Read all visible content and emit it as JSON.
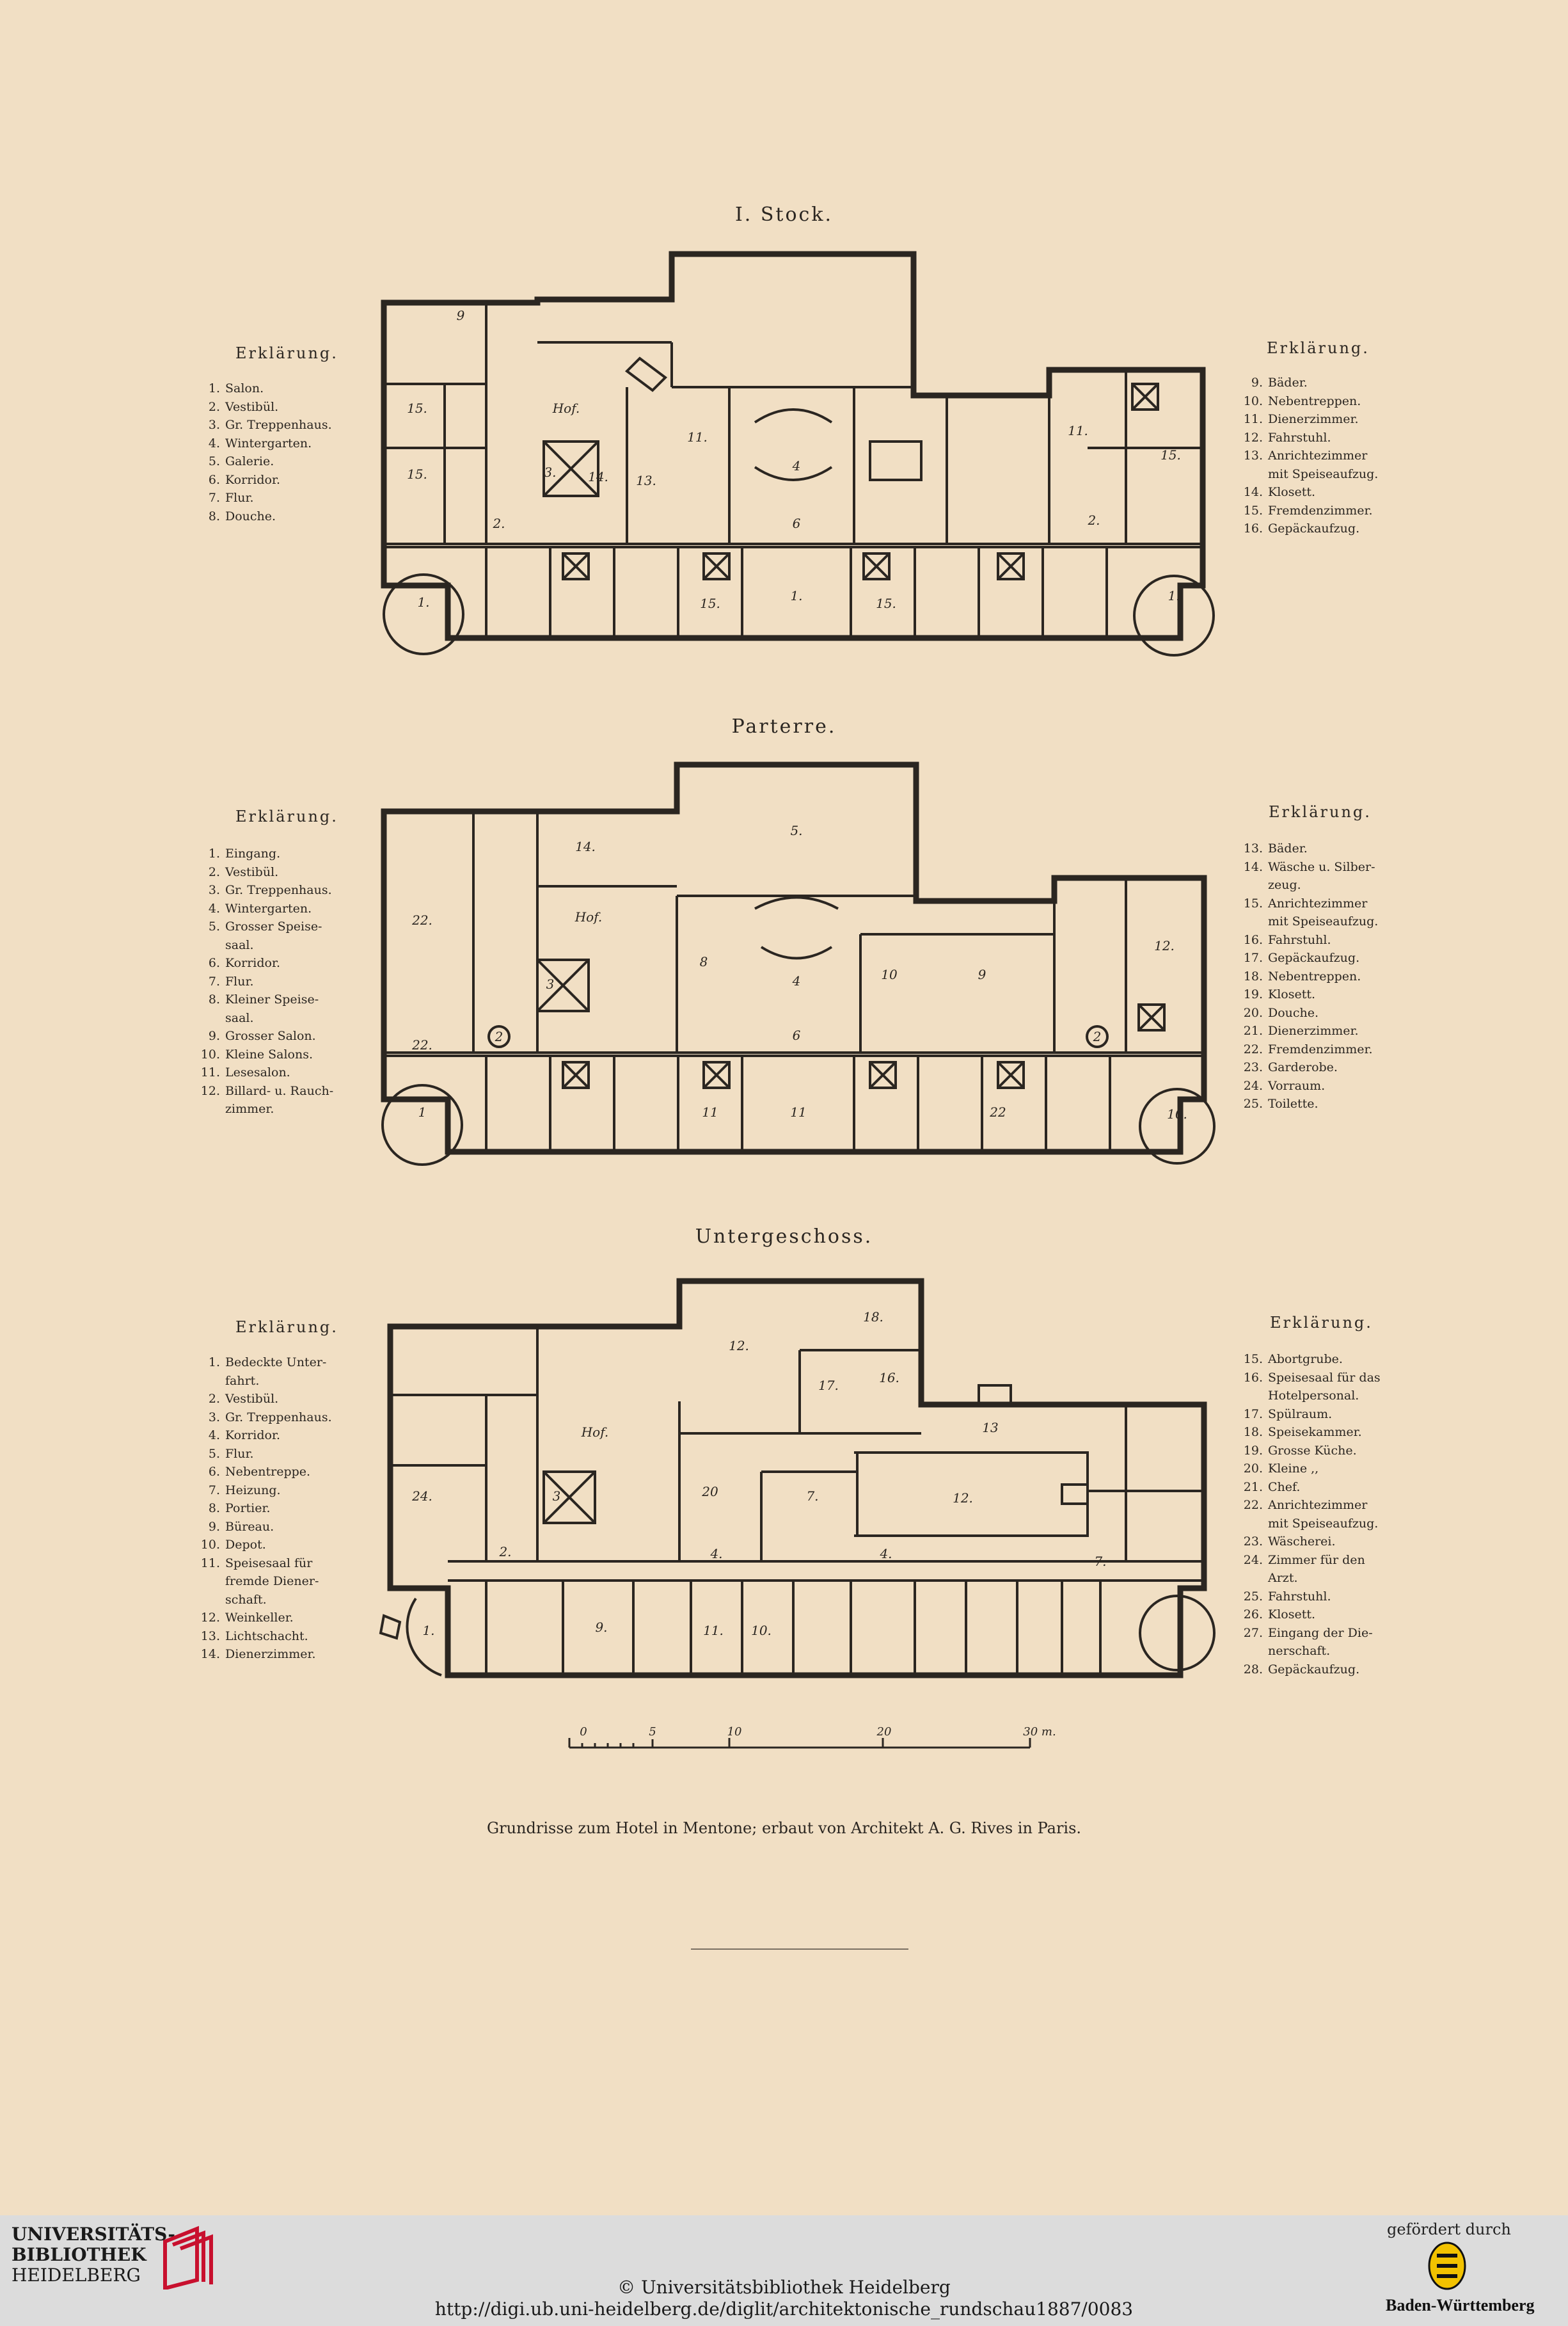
{
  "floors": [
    {
      "title": "I. Stock.",
      "legend_left": {
        "heading": "Erklärung.",
        "items": [
          {
            "n": "1.",
            "t": "Salon."
          },
          {
            "n": "2.",
            "t": "Vestibül."
          },
          {
            "n": "3.",
            "t": "Gr. Treppenhaus."
          },
          {
            "n": "4.",
            "t": "Wintergarten."
          },
          {
            "n": "5.",
            "t": "Galerie."
          },
          {
            "n": "6.",
            "t": "Korridor."
          },
          {
            "n": "7.",
            "t": "Flur."
          },
          {
            "n": "8.",
            "t": "Douche."
          }
        ]
      },
      "legend_right": {
        "heading": "Erklärung.",
        "items": [
          {
            "n": "9.",
            "t": "Bäder."
          },
          {
            "n": "10.",
            "t": "Nebentreppen."
          },
          {
            "n": "11.",
            "t": "Dienerzimmer."
          },
          {
            "n": "12.",
            "t": "Fahrstuhl."
          },
          {
            "n": "13.",
            "t": "Anrichtezimmer"
          },
          {
            "n": "",
            "t": "mit Speiseaufzug."
          },
          {
            "n": "14.",
            "t": "Klosett."
          },
          {
            "n": "15.",
            "t": "Fremdenzimmer."
          },
          {
            "n": "16.",
            "t": "Gepäckaufzug."
          }
        ]
      },
      "room_labels": [
        {
          "id": "a",
          "text": "Hof."
        },
        {
          "id": "b",
          "text": "1."
        },
        {
          "id": "c",
          "text": "1."
        },
        {
          "id": "d",
          "text": "1."
        },
        {
          "id": "e",
          "text": "2."
        },
        {
          "id": "f",
          "text": "2."
        },
        {
          "id": "g",
          "text": "3."
        },
        {
          "id": "h",
          "text": "4"
        },
        {
          "id": "i",
          "text": "6"
        },
        {
          "id": "j",
          "text": "11."
        },
        {
          "id": "k",
          "text": "11."
        },
        {
          "id": "l",
          "text": "15."
        },
        {
          "id": "m",
          "text": "15."
        },
        {
          "id": "n",
          "text": "15."
        },
        {
          "id": "o",
          "text": "15."
        },
        {
          "id": "p",
          "text": "15."
        },
        {
          "id": "q",
          "text": "13."
        },
        {
          "id": "r",
          "text": "14."
        },
        {
          "id": "s",
          "text": "9"
        }
      ]
    },
    {
      "title": "Parterre.",
      "legend_left": {
        "heading": "Erklärung.",
        "items": [
          {
            "n": "1.",
            "t": "Eingang."
          },
          {
            "n": "2.",
            "t": "Vestibül."
          },
          {
            "n": "3.",
            "t": "Gr. Treppenhaus."
          },
          {
            "n": "4.",
            "t": "Wintergarten."
          },
          {
            "n": "5.",
            "t": "Grosser Speise-"
          },
          {
            "n": "",
            "t": "saal."
          },
          {
            "n": "6.",
            "t": "Korridor."
          },
          {
            "n": "7.",
            "t": "Flur."
          },
          {
            "n": "8.",
            "t": "Kleiner Speise-"
          },
          {
            "n": "",
            "t": "saal."
          },
          {
            "n": "9.",
            "t": "Grosser Salon."
          },
          {
            "n": "10.",
            "t": "Kleine Salons."
          },
          {
            "n": "11.",
            "t": "Lesesalon."
          },
          {
            "n": "12.",
            "t": "Billard- u. Rauch-"
          },
          {
            "n": "",
            "t": "zimmer."
          }
        ]
      },
      "legend_right": {
        "heading": "Erklärung.",
        "items": [
          {
            "n": "13.",
            "t": "Bäder."
          },
          {
            "n": "14.",
            "t": "Wäsche u. Silber-"
          },
          {
            "n": "",
            "t": "zeug."
          },
          {
            "n": "15.",
            "t": "Anrichtezimmer"
          },
          {
            "n": "",
            "t": "mit Speiseaufzug."
          },
          {
            "n": "16.",
            "t": "Fahrstuhl."
          },
          {
            "n": "17.",
            "t": "Gepäckaufzug."
          },
          {
            "n": "18.",
            "t": "Nebentreppen."
          },
          {
            "n": "19.",
            "t": "Klosett."
          },
          {
            "n": "20.",
            "t": "Douche."
          },
          {
            "n": "21.",
            "t": "Dienerzimmer."
          },
          {
            "n": "22.",
            "t": "Fremdenzimmer."
          },
          {
            "n": "23.",
            "t": "Garderobe."
          },
          {
            "n": "24.",
            "t": "Vorraum."
          },
          {
            "n": "25.",
            "t": "Toilette."
          }
        ]
      },
      "room_labels": [
        {
          "id": "a",
          "text": "Hof."
        },
        {
          "id": "b",
          "text": "5."
        },
        {
          "id": "c",
          "text": "1"
        },
        {
          "id": "d",
          "text": "10."
        },
        {
          "id": "e",
          "text": "2"
        },
        {
          "id": "f",
          "text": "2"
        },
        {
          "id": "g",
          "text": "3"
        },
        {
          "id": "h",
          "text": "4"
        },
        {
          "id": "i",
          "text": "6"
        },
        {
          "id": "j",
          "text": "8"
        },
        {
          "id": "k",
          "text": "9"
        },
        {
          "id": "l",
          "text": "10"
        },
        {
          "id": "m",
          "text": "11"
        },
        {
          "id": "n",
          "text": "11"
        },
        {
          "id": "o",
          "text": "12."
        },
        {
          "id": "p",
          "text": "14."
        },
        {
          "id": "q",
          "text": "22."
        },
        {
          "id": "r",
          "text": "22."
        },
        {
          "id": "s",
          "text": "22"
        }
      ]
    },
    {
      "title": "Untergeschoss.",
      "legend_left": {
        "heading": "Erklärung.",
        "items": [
          {
            "n": "1.",
            "t": "Bedeckte Unter-"
          },
          {
            "n": "",
            "t": "fahrt."
          },
          {
            "n": "2.",
            "t": "Vestibül."
          },
          {
            "n": "3.",
            "t": "Gr. Treppenhaus."
          },
          {
            "n": "4.",
            "t": "Korridor."
          },
          {
            "n": "5.",
            "t": "Flur."
          },
          {
            "n": "6.",
            "t": "Nebentreppe."
          },
          {
            "n": "7.",
            "t": "Heizung."
          },
          {
            "n": "8.",
            "t": "Portier."
          },
          {
            "n": "9.",
            "t": "Büreau."
          },
          {
            "n": "10.",
            "t": "Depot."
          },
          {
            "n": "11.",
            "t": "Speisesaal für"
          },
          {
            "n": "",
            "t": "fremde Diener-"
          },
          {
            "n": "",
            "t": "schaft."
          },
          {
            "n": "12.",
            "t": "Weinkeller."
          },
          {
            "n": "13.",
            "t": "Lichtschacht."
          },
          {
            "n": "14.",
            "t": "Dienerzimmer."
          }
        ]
      },
      "legend_right": {
        "heading": "Erklärung.",
        "items": [
          {
            "n": "15.",
            "t": "Abortgrube."
          },
          {
            "n": "16.",
            "t": "Speisesaal für das"
          },
          {
            "n": "",
            "t": "Hotelpersonal."
          },
          {
            "n": "17.",
            "t": "Spülraum."
          },
          {
            "n": "18.",
            "t": "Speisekammer."
          },
          {
            "n": "19.",
            "t": "Grosse Küche."
          },
          {
            "n": "20.",
            "t": "Kleine ,,"
          },
          {
            "n": "21.",
            "t": "Chef."
          },
          {
            "n": "22.",
            "t": "Anrichtezimmer"
          },
          {
            "n": "",
            "t": "mit Speiseaufzug."
          },
          {
            "n": "23.",
            "t": "Wäscherei."
          },
          {
            "n": "24.",
            "t": "Zimmer für den"
          },
          {
            "n": "",
            "t": "Arzt."
          },
          {
            "n": "25.",
            "t": "Fahrstuhl."
          },
          {
            "n": "26.",
            "t": "Klosett."
          },
          {
            "n": "27.",
            "t": "Eingang der Die-"
          },
          {
            "n": "",
            "t": "nerschaft."
          },
          {
            "n": "28.",
            "t": "Gepäckaufzug."
          }
        ]
      },
      "room_labels": [
        {
          "id": "a",
          "text": "Hof."
        },
        {
          "id": "b",
          "text": "12."
        },
        {
          "id": "c",
          "text": "1."
        },
        {
          "id": "d",
          "text": "7."
        },
        {
          "id": "e",
          "text": "2."
        },
        {
          "id": "f",
          "text": "7."
        },
        {
          "id": "g",
          "text": "3"
        },
        {
          "id": "h",
          "text": "4."
        },
        {
          "id": "i",
          "text": "4."
        },
        {
          "id": "j",
          "text": "20"
        },
        {
          "id": "k",
          "text": "12."
        },
        {
          "id": "l",
          "text": "9."
        },
        {
          "id": "m",
          "text": "11."
        },
        {
          "id": "n",
          "text": "10."
        },
        {
          "id": "o",
          "text": "17."
        },
        {
          "id": "p",
          "text": "18."
        },
        {
          "id": "q",
          "text": "16."
        },
        {
          "id": "r",
          "text": "13"
        },
        {
          "id": "s",
          "text": "24."
        }
      ]
    }
  ],
  "scale": {
    "ticks": [
      "0",
      "5",
      "10",
      "20",
      "30 m."
    ]
  },
  "caption": "Grundrisse zum Hotel in Mentone; erbaut von Architekt A. G. Rives in Paris.",
  "footer": {
    "library_lines": [
      "UNIVERSITÄTS-",
      "BIBLIOTHEK",
      "HEIDELBERG"
    ],
    "copyright": "© Universitätsbibliothek Heidelberg",
    "url": "http://digi.ub.uni-heidelberg.de/diglit/architektonische_rundschau1887/0083",
    "funded_by": "gefördert durch",
    "funder": "Baden-Württemberg"
  },
  "colors": {
    "paper": "#f1dfc4",
    "ink": "#2b2621",
    "footer_bg": "#dcdcdc",
    "logo_red": "#c8102e",
    "crest_yellow": "#f2c200"
  }
}
